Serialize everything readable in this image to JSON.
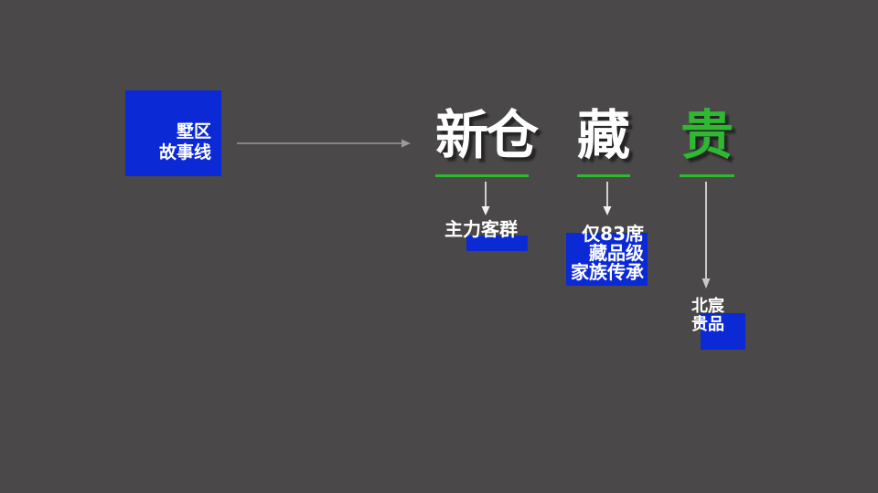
{
  "slide": {
    "background": "#4a4848"
  },
  "source_box": {
    "label": "墅区\n故事线"
  },
  "title": {
    "words": [
      {
        "text": "新仓",
        "color": "#ffffff"
      },
      {
        "text": "藏",
        "color": "#ffffff"
      },
      {
        "text": "贵",
        "color": "#2fb831"
      }
    ],
    "underline_color": "#2fb831"
  },
  "annotations": [
    {
      "label": "主力客群"
    },
    {
      "label": "仅83席\n藏品级\n家族传承"
    },
    {
      "label": "北宸\n贵品"
    }
  ],
  "colors": {
    "background": "#4a4848",
    "blue": "#0b2ad6",
    "green": "#2fb831",
    "arrow_gray": "#9a9a9a",
    "arrow_white": "#f2f2f2",
    "arrow_light": "#c9c9c9"
  }
}
